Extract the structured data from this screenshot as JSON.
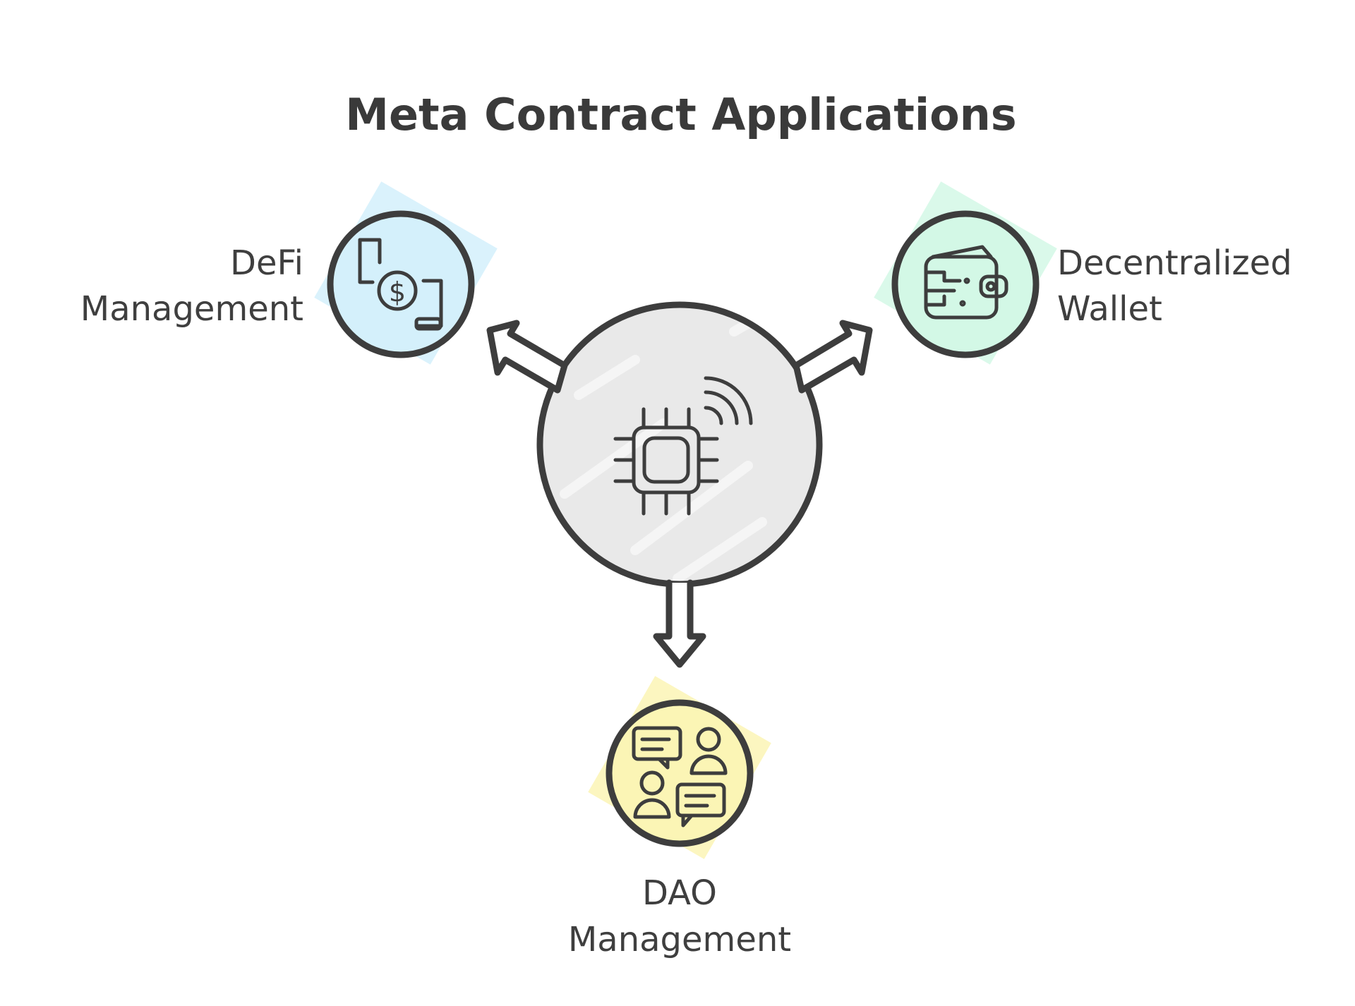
{
  "title": "Meta Contract Applications",
  "hub": {
    "icon": "chip-wireless-icon",
    "fill_color": "#e9e9e9"
  },
  "nodes": [
    {
      "id": "defi",
      "label_lines": [
        "DeFi",
        "Management"
      ],
      "icon": "money-transfer-icon",
      "fill_color": "#d4f0fb"
    },
    {
      "id": "wallet",
      "label_lines": [
        "Decentralized",
        "Wallet"
      ],
      "icon": "wallet-icon",
      "fill_color": "#d3f8e6"
    },
    {
      "id": "dao",
      "label_lines": [
        "DAO",
        "Management"
      ],
      "icon": "discussion-people-icon",
      "fill_color": "#fbf5b5"
    }
  ]
}
